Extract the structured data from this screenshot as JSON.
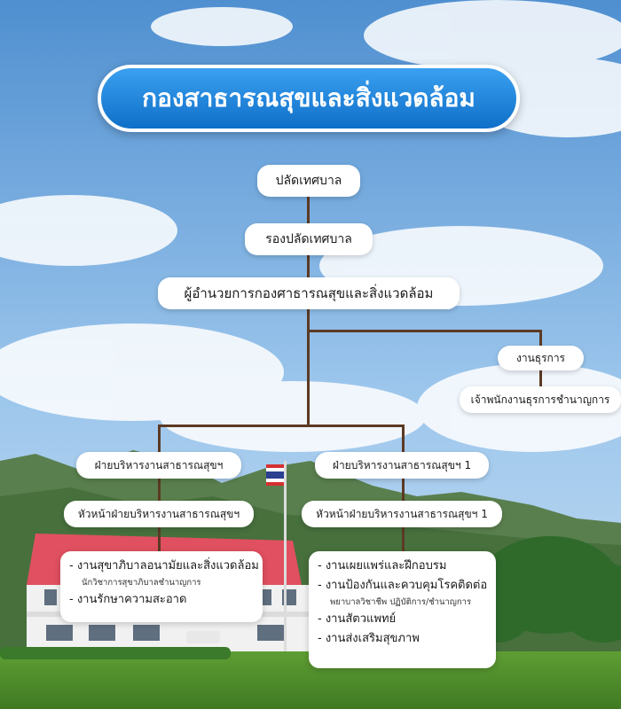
{
  "title": "กองสาธารณสุขและสิ่งแวดล้อม",
  "nodes": {
    "n1": "ปลัดเทศบาล",
    "n2": "รองปลัดเทศบาล",
    "n3": "ผู้อำนวยการกองศาธารณสุขและสิ่งแวดล้อม",
    "general": "งานธุรการ",
    "general_officer": "เจ้าพนักงานธุรการชำนาญการ",
    "div_left": "ฝ่ายบริหารงานสาธารณสุขฯ",
    "div_left_head": "หัวหน้าฝ่ายบริหารงานสาธารณสุขฯ",
    "div_right": "ฝ่ายบริหารงานสาธารณสุขฯ 1",
    "div_right_head": "หัวหน้าฝ่ายบริหารงานสาธารณสุขฯ 1"
  },
  "left_box": {
    "item1": "- งานสุขาภิบาลอนามัยและสิ่งแวดล้อม",
    "item1_sub": "นักวิชาการสุขาภิบาลชำนาญการ",
    "item2": "- งานรักษาความสะอาด"
  },
  "right_box": {
    "item1": "- งานเผยแพร่และฝึกอบรม",
    "item2": "- งานป้องกันและควบคุมโรคติดต่อ",
    "item2_sub": "พยาบาลวิชาชีพ ปฏิบัติการ/ชำนาญการ",
    "item3": "- งานสัตวแพทย์",
    "item4": "- งานส่งเสริมสุขภาพ"
  },
  "colors": {
    "title_blue": "#1a82dc",
    "connector": "#5c3a24",
    "sky": "#5f9fd8",
    "grass": "#4f8f2c"
  }
}
